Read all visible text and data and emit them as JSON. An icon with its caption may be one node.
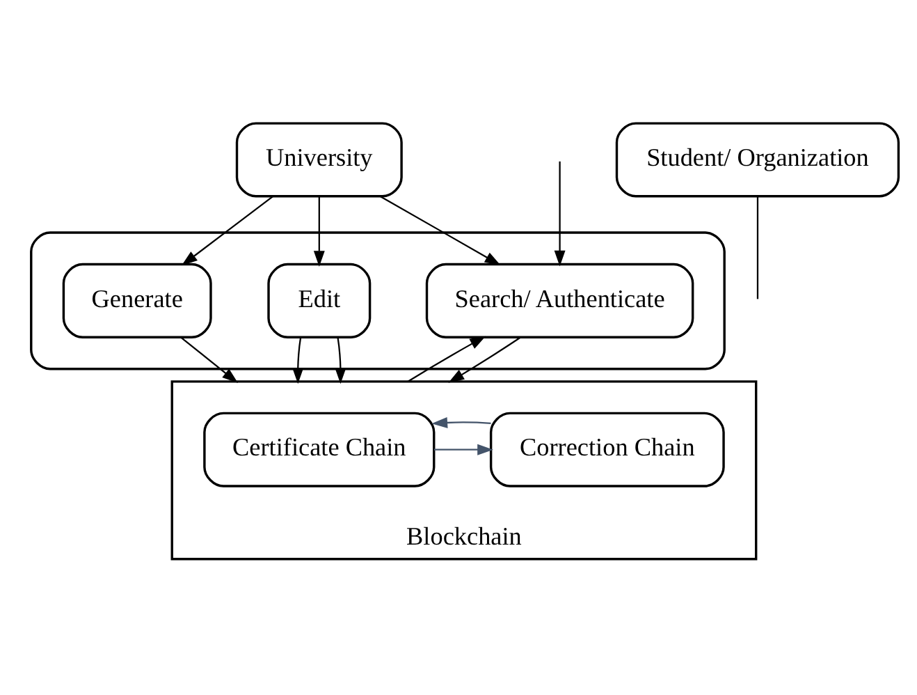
{
  "diagram": {
    "nodes": [
      {
        "text": [
          "University"
        ]
      },
      {
        "text": [],
        "shape": "box"
      },
      {
        "text": [
          "Generate"
        ],
        "in": 1
      },
      {
        "text": [
          "Edit"
        ],
        "in": 1
      },
      {
        "text": [
          "Search/ Authenticate"
        ],
        "in": 1
      },
      {
        "text": [
          "Blockchain"
        ]
      },
      {
        "text": [
          "Certificate Chain"
        ],
        "in": 5
      },
      {
        "text": [
          "Correction Chain"
        ],
        "in": 5
      },
      {
        "text": [
          "Student/ Organization"
        ]
      }
    ],
    "edges": [
      {
        "from": 0,
        "to": 2,
        "arrow": "to"
      },
      {
        "from": 0,
        "to": 3,
        "arrow": "to"
      },
      {
        "from": 0,
        "to": 4,
        "arrow": "to"
      },
      {
        "from": null,
        "to": 4,
        "arrow": "to"
      },
      {
        "from": 2,
        "to": 5,
        "arrow": "to"
      },
      {
        "from": 3,
        "to": 5,
        "arrow": "to"
      },
      {
        "from": 3,
        "to": 5,
        "arrow": "to"
      },
      {
        "from": 5,
        "to": 4,
        "arrow": "to"
      },
      {
        "from": 4,
        "to": 5,
        "arrow": "to"
      },
      {
        "from": 6,
        "to": 7,
        "arrow": "to",
        "color": "#44546a"
      },
      {
        "from": 7,
        "to": 6,
        "arrow": "to",
        "color": "#44546a"
      },
      {
        "from": 8,
        "to": null,
        "arrow": "none"
      }
    ]
  }
}
